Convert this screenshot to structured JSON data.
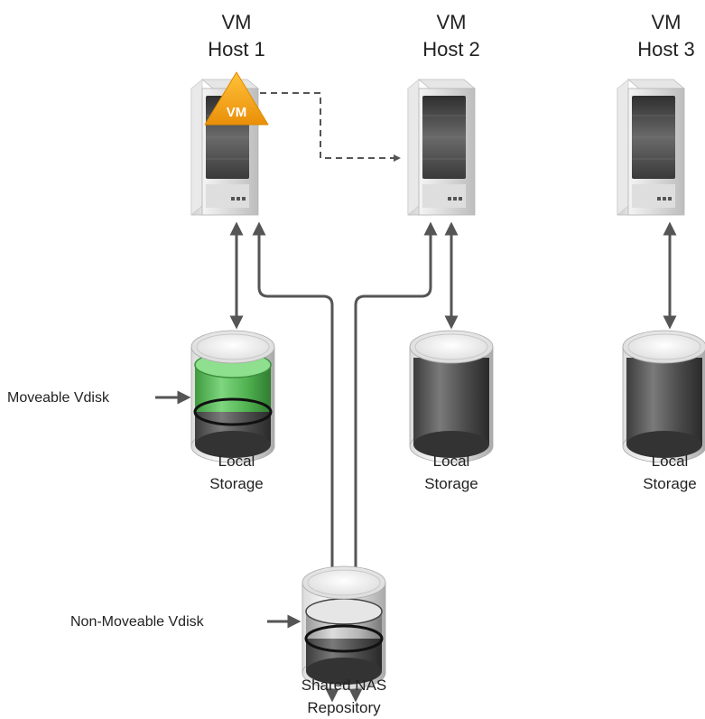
{
  "hosts": [
    {
      "line1": "VM",
      "line2": "Host 1"
    },
    {
      "line1": "VM",
      "line2": "Host 2"
    },
    {
      "line1": "VM",
      "line2": "Host 3"
    }
  ],
  "vm_badge": {
    "label": "VM",
    "color": "#f3a61c"
  },
  "storage": [
    {
      "line1": "Local",
      "line2": "Storage"
    },
    {
      "line1": "Local",
      "line2": "Storage"
    },
    {
      "line1": "Local",
      "line2": "Storage"
    }
  ],
  "shared_repository": {
    "line1": "Shared NAS",
    "line2": "Repository"
  },
  "callouts": {
    "moveable": "Moveable Vdisk",
    "non_moveable": "Non-Moveable Vdisk"
  },
  "colors": {
    "moveable_disk": "#5fc85f",
    "connector": "#555555",
    "migration_arrow": "#555555"
  },
  "icons": [
    "server-icon",
    "storage-cylinder-icon",
    "vm-triangle-icon",
    "arrow-icon"
  ]
}
